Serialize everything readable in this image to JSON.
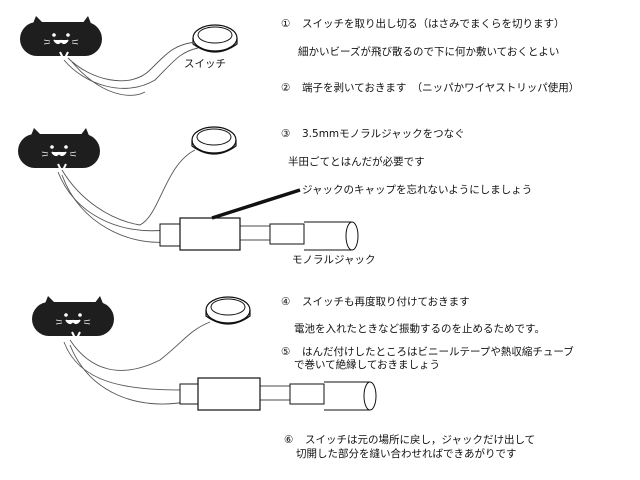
{
  "steps": [
    {
      "num": "①",
      "text": "スイッチを取り出し切る（はさみでまくらを切ります）",
      "note": "細かいビーズが飛び散るので下に何か敷いておくとよい"
    },
    {
      "num": "②",
      "text": "端子を剥いておきます　（ニッパかワイヤストリッパ使用）"
    },
    {
      "num": "③",
      "text": "3.5mmモノラルジャックをつなぐ",
      "note": "半田ごてとはんだが必要です"
    },
    {
      "num": "④",
      "text": "スイッチも再度取り付けておきます",
      "note": "電池を入れたときなど振動するのを止めるためです。"
    },
    {
      "num": "⑤",
      "text": "はんだ付けしたところはビニールテープや熱収縮チューブ",
      "note": "で巻いて絶縁しておきましょう"
    },
    {
      "num": "⑥",
      "text": "スイッチは元の場所に戻し，ジャックだけ出して",
      "note": "切開した部分を縫い合わせればできあがりです"
    }
  ],
  "labels": {
    "switch": "スイッチ",
    "jack": "モノラルジャック",
    "cap_note": "ジャックのキャップを忘れないようにしましょう"
  },
  "colors": {
    "pillow": "#1e1e1e",
    "line": "#111111",
    "wire": "#555555"
  }
}
